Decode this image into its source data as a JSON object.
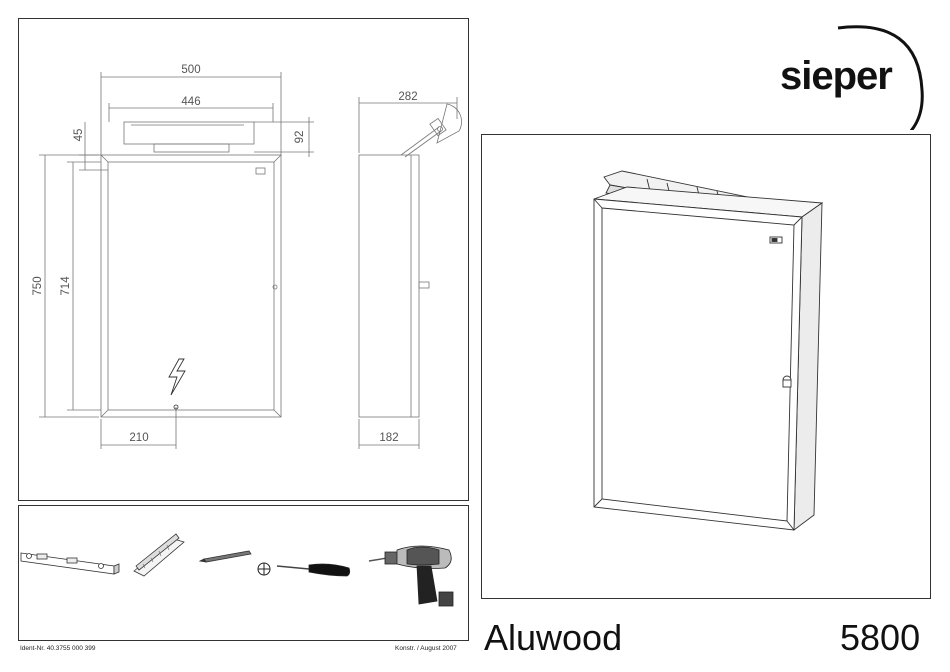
{
  "brand": {
    "logo_text": "sieper"
  },
  "product": {
    "name": "Aluwood",
    "number": "5800"
  },
  "footer": {
    "ident": "Ident-Nr. 40.3755 000 399",
    "konstr": "Konstr. / August 2007"
  },
  "dimensions": {
    "width_total": "500",
    "width_light": "446",
    "light_offset_top": "45",
    "light_height": "92",
    "height_total": "750",
    "height_inner": "714",
    "depth_total": "282",
    "outlet_offset": "210",
    "depth_cabinet": "182"
  },
  "tools": [
    {
      "name": "spirit-level-icon"
    },
    {
      "name": "folding-ruler-icon"
    },
    {
      "name": "pencil-icon"
    },
    {
      "name": "phillips-symbol-icon"
    },
    {
      "name": "screwdriver-icon"
    },
    {
      "name": "drill-icon"
    }
  ]
}
